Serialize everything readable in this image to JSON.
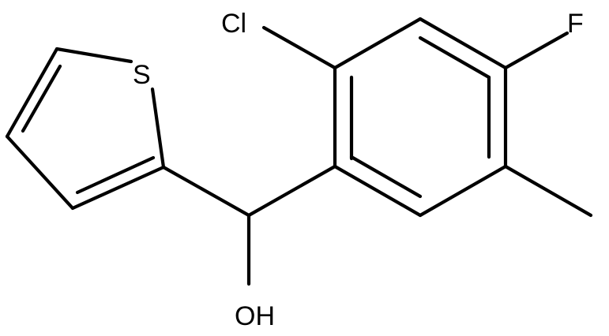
{
  "molecule": {
    "atoms": {
      "chlorine": "Cl",
      "fluorine": "F",
      "sulfur": "S",
      "hydroxyl": "OH"
    },
    "colors": {
      "bond": "#000000",
      "label": "#000000",
      "background": "#ffffff"
    }
  }
}
